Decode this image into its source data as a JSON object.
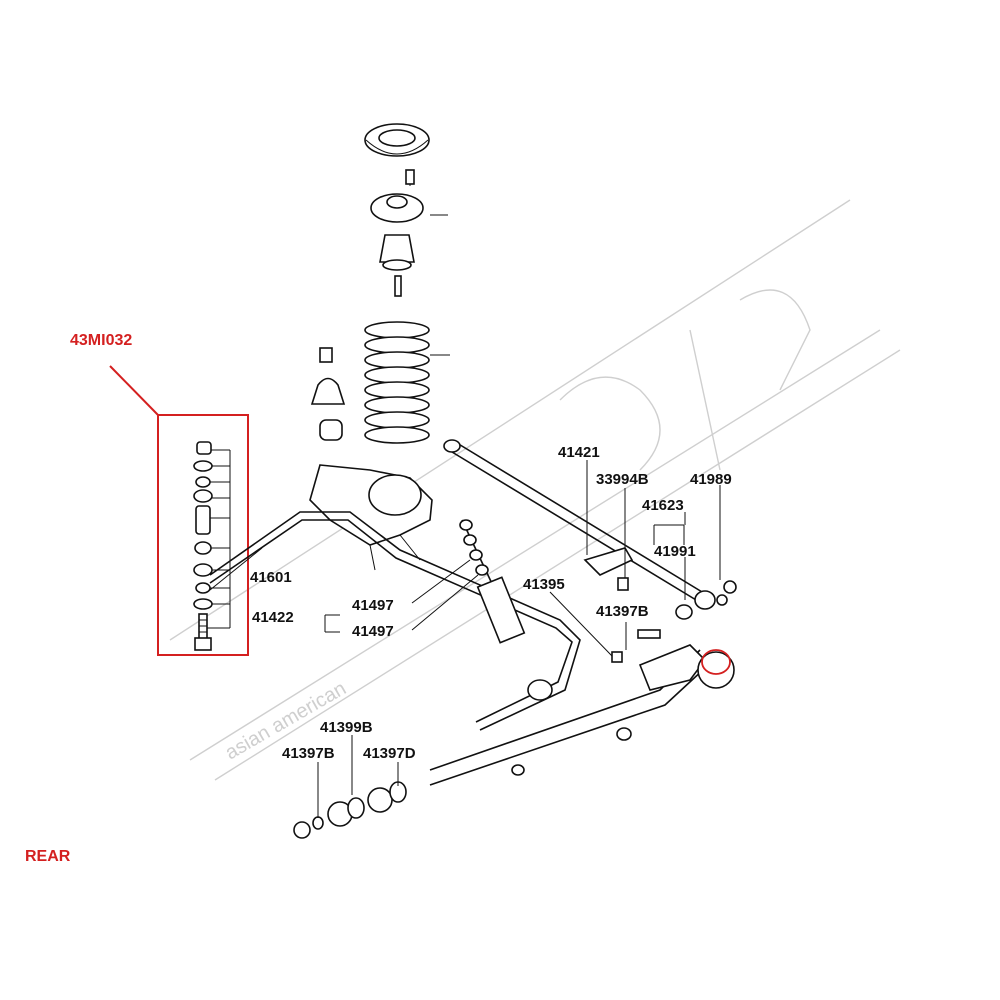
{
  "callout": {
    "part_number": "43MI032",
    "color": "#d42020"
  },
  "position_label": "REAR",
  "labels": {
    "l41421": "41421",
    "l33994b": "33994B",
    "l41989": "41989",
    "l41623": "41623",
    "l41991": "41991",
    "l41601": "41601",
    "l41395": "41395",
    "l41397b_a": "41397B",
    "l41422": "41422",
    "l41497_a": "41497",
    "l41497_b": "41497",
    "l41399b": "41399B",
    "l41397b_b": "41397B",
    "l41397d": "41397D"
  },
  "watermark": {
    "text": "asian american"
  }
}
